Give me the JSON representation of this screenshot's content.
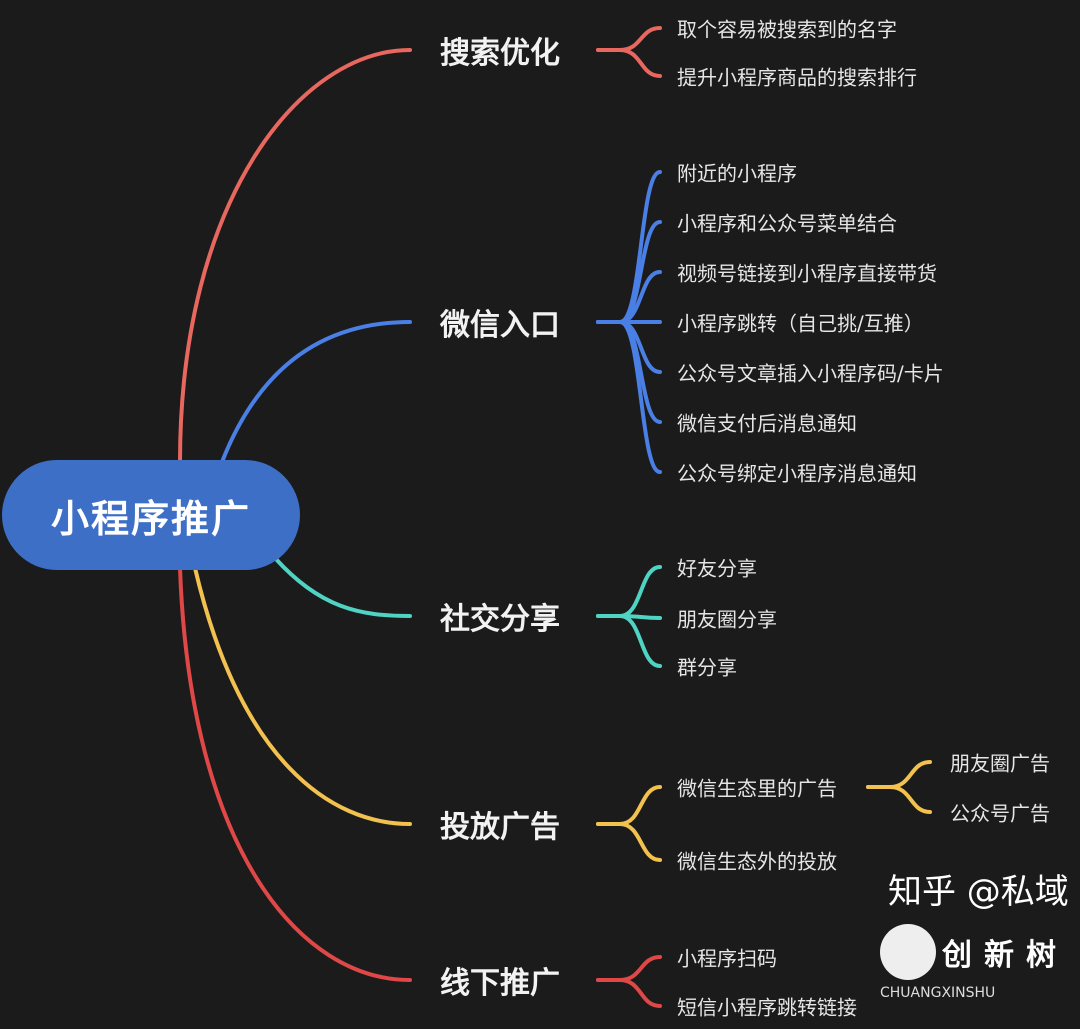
{
  "root": {
    "label": "小程序推广",
    "color": "#3d6fc7"
  },
  "branches": [
    {
      "label": "搜索优化",
      "color": "#e8675e",
      "leaves": [
        "取个容易被搜索到的名字",
        "提升小程序商品的搜索排行"
      ]
    },
    {
      "label": "微信入口",
      "color": "#4a80e6",
      "leaves": [
        "附近的小程序",
        "小程序和公众号菜单结合",
        "视频号链接到小程序直接带货",
        "小程序跳转（自己挑/互推）",
        "公众号文章插入小程序码/卡片",
        "微信支付后消息通知",
        "公众号绑定小程序消息通知"
      ]
    },
    {
      "label": "社交分享",
      "color": "#4fd3c2",
      "leaves": [
        "好友分享",
        "朋友圈分享",
        "群分享"
      ]
    },
    {
      "label": "投放广告",
      "color": "#f2c14e",
      "leaves": [
        "微信生态里的广告",
        "微信生态外的投放"
      ],
      "sub": [
        "朋友圈广告",
        "公众号广告"
      ]
    },
    {
      "label": "线下推广",
      "color": "#e04848",
      "leaves": [
        "小程序扫码",
        "短信小程序跳转链接"
      ]
    }
  ],
  "watermark": {
    "text": "知乎 @私域",
    "logo_cn": "创新树",
    "logo_en": "CHUANGXINSHU"
  }
}
